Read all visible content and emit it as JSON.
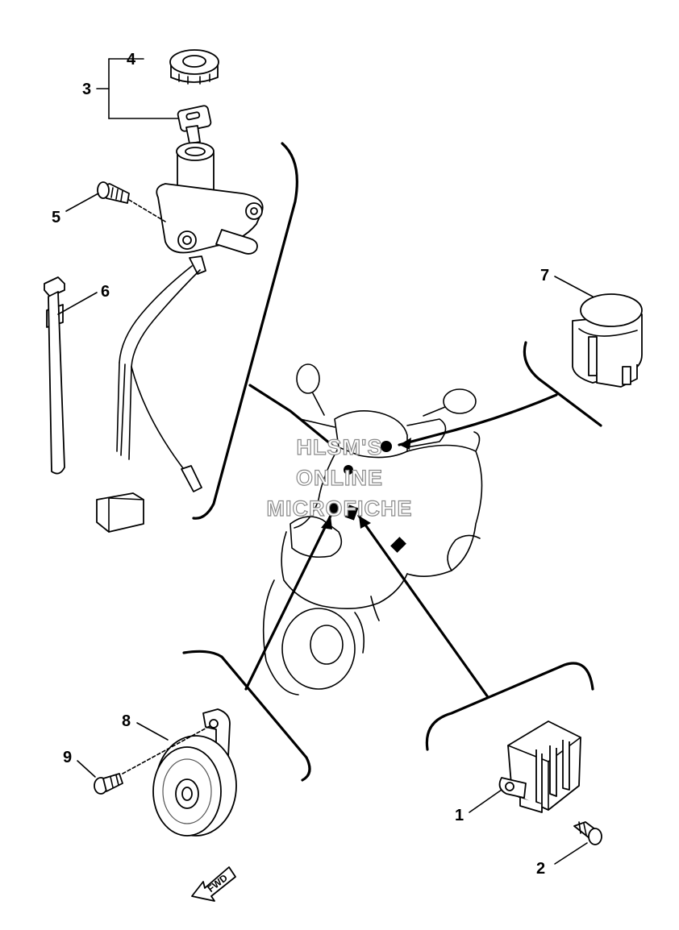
{
  "callouts": [
    {
      "id": "1",
      "label": "1"
    },
    {
      "id": "2",
      "label": "2"
    },
    {
      "id": "3",
      "label": "3"
    },
    {
      "id": "4",
      "label": "4"
    },
    {
      "id": "5",
      "label": "5"
    },
    {
      "id": "6",
      "label": "6"
    },
    {
      "id": "7",
      "label": "7"
    },
    {
      "id": "8",
      "label": "8"
    },
    {
      "id": "9",
      "label": "9"
    }
  ],
  "watermark": {
    "line1": "HLSM'S",
    "line2": "ONLINE",
    "line3": "MICROFICHE"
  },
  "fwd_label": "FWD"
}
